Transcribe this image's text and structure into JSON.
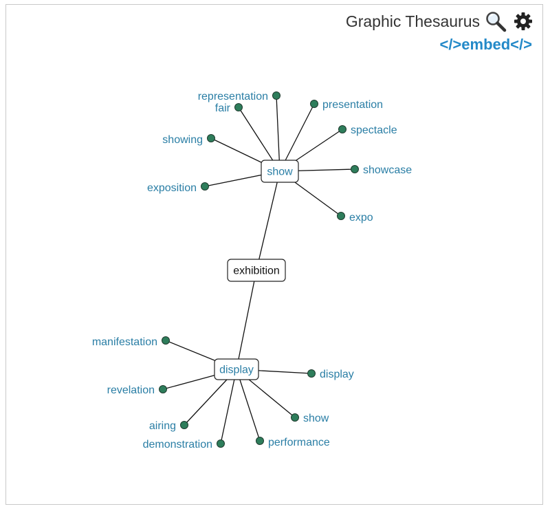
{
  "header": {
    "title": "Graphic Thesaurus",
    "embed_label": "</>embed</>",
    "icons": [
      "search-icon",
      "gear-icon"
    ]
  },
  "graph": {
    "center": "exhibition",
    "senses": [
      {
        "word": "show",
        "synonyms": [
          "representation",
          "fair",
          "presentation",
          "spectacle",
          "showing",
          "showcase",
          "exposition",
          "expo"
        ]
      },
      {
        "word": "display",
        "synonyms": [
          "manifestation",
          "display",
          "revelation",
          "show",
          "airing",
          "demonstration",
          "performance"
        ]
      }
    ]
  },
  "colors": {
    "synonym_text": "#2a7ea5",
    "dot_fill": "#2e7d5b",
    "embed_link": "#2389c8",
    "edge": "#111111"
  }
}
